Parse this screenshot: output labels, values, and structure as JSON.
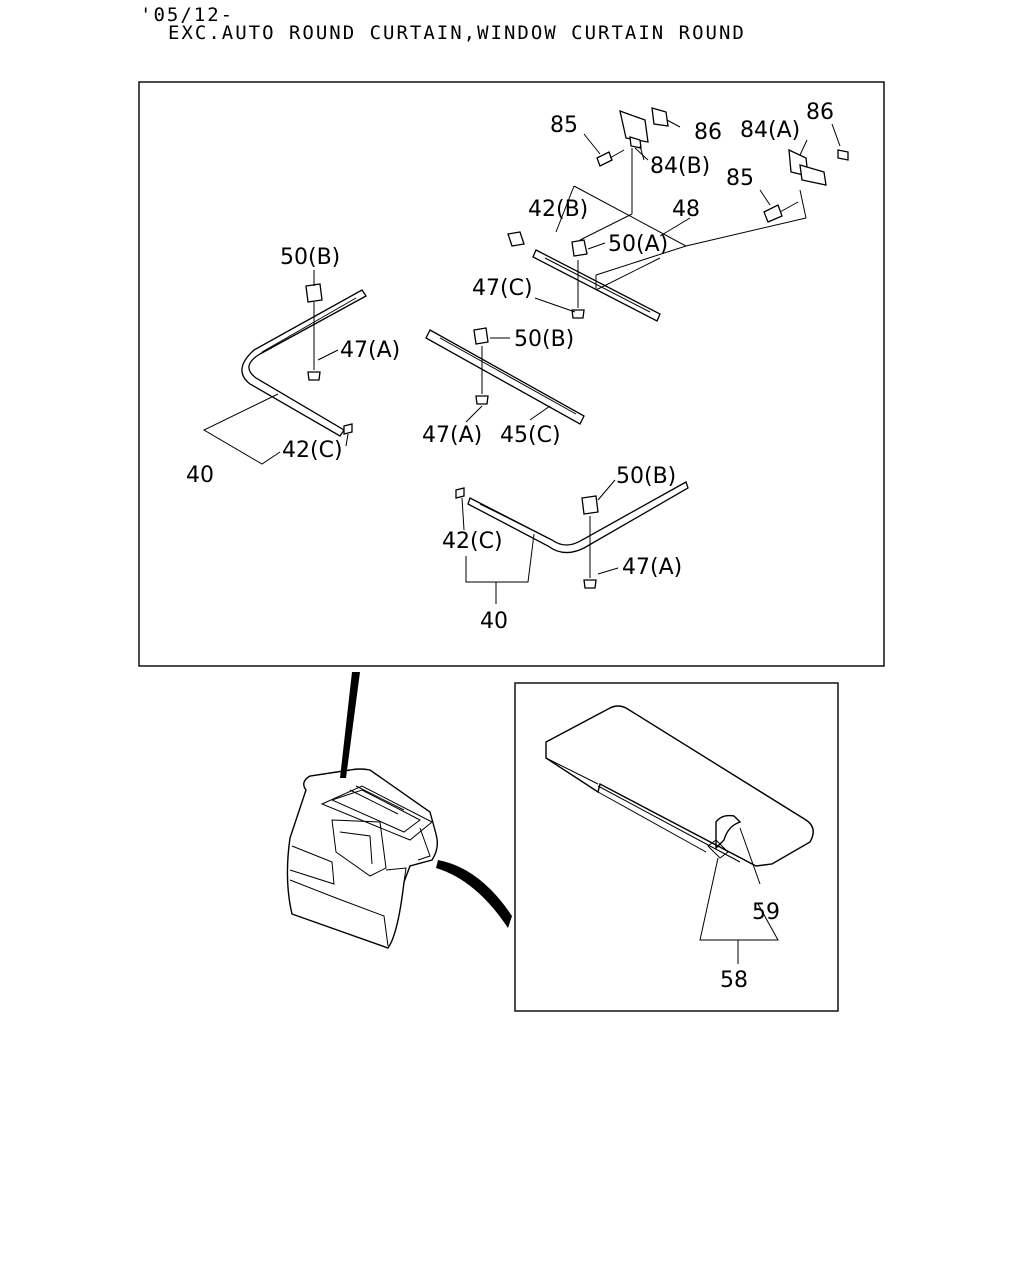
{
  "header": {
    "line1": "'05/12-",
    "line2": "EXC.AUTO ROUND CURTAIN,WINDOW CURTAIN ROUND"
  },
  "labels": {
    "l85a": "85",
    "l86a": "86",
    "l84b": "84(B)",
    "l84a": "84(A)",
    "l86b": "86",
    "l85b": "85",
    "l42b": "42(B)",
    "l48": "48",
    "l50a": "50(A)",
    "l50b1": "50(B)",
    "l47c": "47(C)",
    "l47a1": "47(A)",
    "l50b2": "50(B)",
    "l40a": "40",
    "l42c1": "42(C)",
    "l47a2": "47(A)",
    "l45c": "45(C)",
    "l50b3": "50(B)",
    "l42c2": "42(C)",
    "l47a3": "47(A)",
    "l40b": "40",
    "l59": "59",
    "l58": "58"
  }
}
